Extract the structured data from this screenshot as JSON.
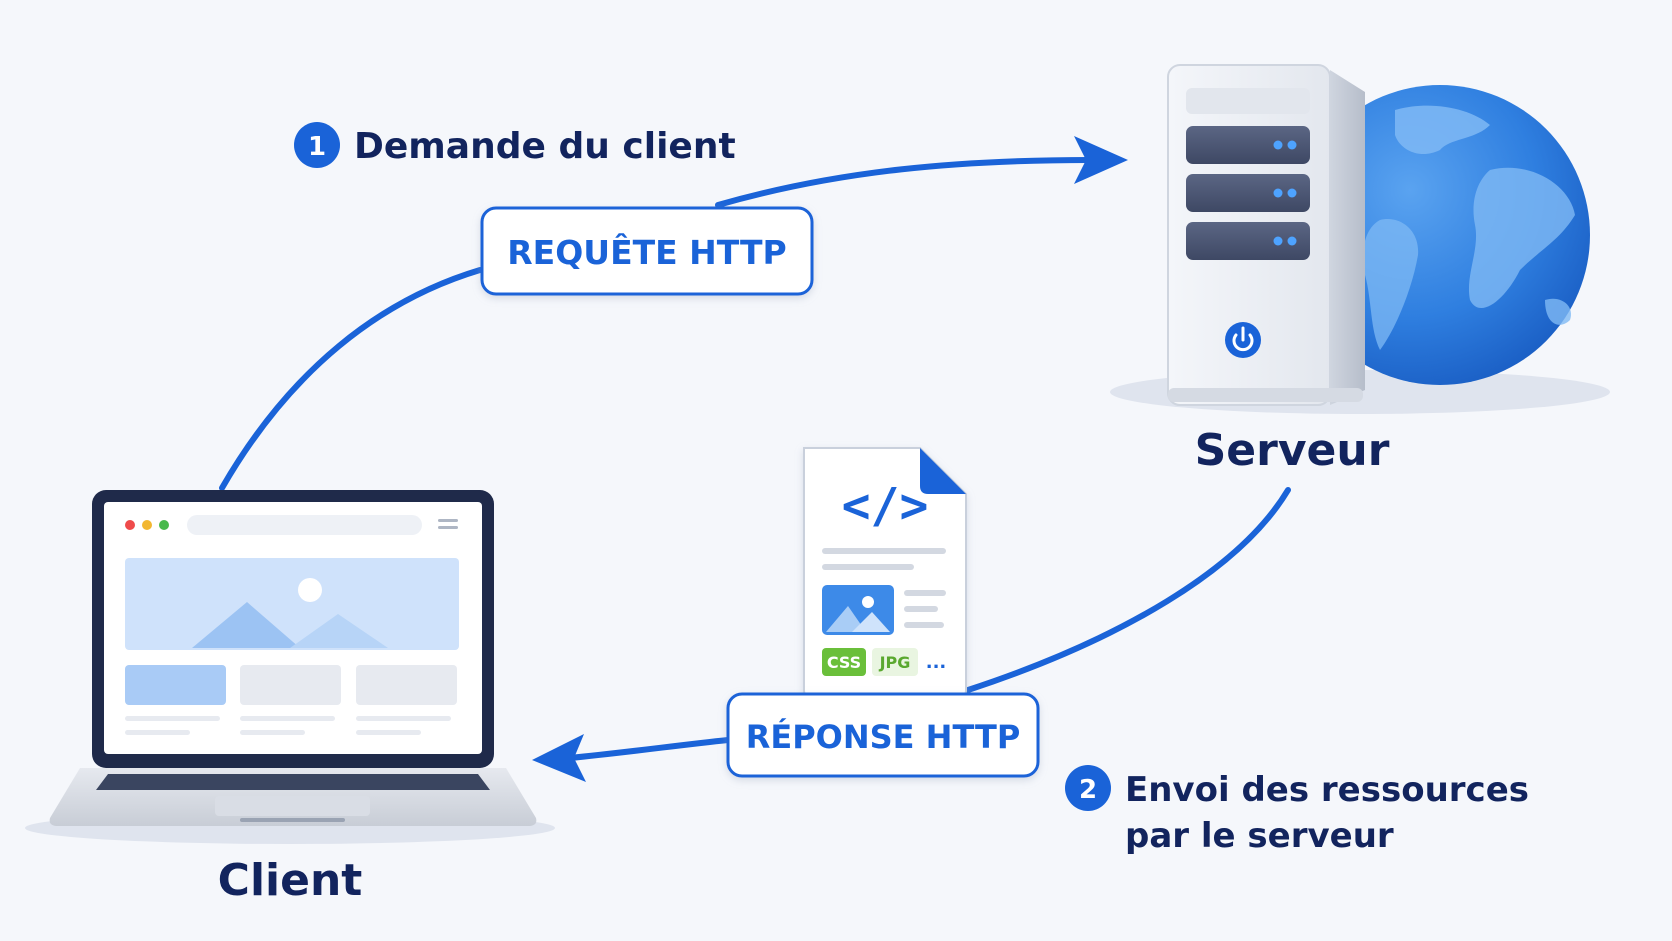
{
  "client": {
    "label": "Client"
  },
  "server": {
    "label": "Serveur"
  },
  "request": {
    "pill": "REQUÊTE HTTP",
    "step_number": "1",
    "step_text": "Demande du client"
  },
  "response": {
    "pill": "RÉPONSE HTTP",
    "step_number": "2",
    "step_line1": "Envoi des ressources",
    "step_line2": "par le serveur"
  },
  "document": {
    "code": "</>",
    "tag_css": "CSS",
    "tag_jpg": "JPG",
    "more": "..."
  },
  "colors": {
    "accent": "#1a63d8",
    "text": "#12245e",
    "background": "#f5f7fb",
    "css_tag": "#6abf3a",
    "jpg_tag": "#5aa82f"
  },
  "icons": {
    "client": "laptop-icon",
    "server": "server-tower-icon",
    "globe": "globe-icon",
    "document": "file-code-icon",
    "power": "power-icon"
  }
}
